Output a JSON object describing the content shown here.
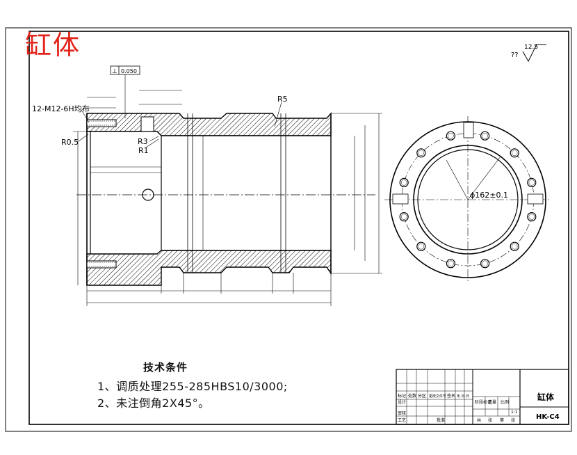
{
  "sheet_title": "缸体",
  "roughness": {
    "prefix": "??",
    "value": "12.5"
  },
  "tolerance_frame": {
    "symbol": "⊥",
    "value": "0.050"
  },
  "thread_note": "12-M12-6H均布",
  "radii": {
    "r05": "R0.5",
    "r3": "R3",
    "r1": "R1",
    "r5": "R5"
  },
  "side_view": {
    "diameter_label": "ϕ162±0.1"
  },
  "tech_requirements": {
    "title": "技术条件",
    "item1": "1、调质处理255-285HBS10/3000;",
    "item2": "2、未注倒角2X45°。"
  },
  "title_block": {
    "part_name": "缸体",
    "drawing_no": "HK-C4",
    "scale": "1:1",
    "header": [
      "标记",
      "处数",
      "分区",
      "更改文件号",
      "签名",
      "年.月.日"
    ],
    "rows": [
      "设计",
      "审核",
      "工艺"
    ],
    "mid_header": [
      "阶段标记",
      "重量",
      "比例"
    ],
    "sheet_text": [
      "共",
      "张",
      "第",
      "张"
    ],
    "approve": "批准"
  }
}
